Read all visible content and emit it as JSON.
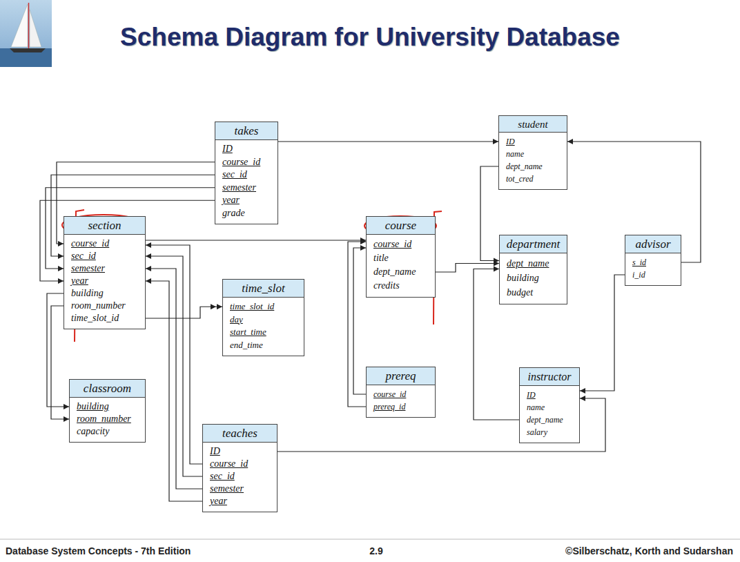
{
  "diagram": {
    "title": "Schema Diagram for University Database",
    "nodes": [
      {
        "text": [
          "takes",
          "ID",
          "course_id",
          "sec_id",
          "semester",
          "year",
          "grade"
        ]
      },
      {
        "text": [
          "student",
          "ID",
          "name",
          "dept_name",
          "tot_cred"
        ]
      },
      {
        "text": [
          "section",
          "course_id",
          "sec_id",
          "semester",
          "year",
          "building",
          "room_number",
          "time_slot_id"
        ]
      },
      {
        "text": [
          "course",
          "course_id",
          "title",
          "dept_name",
          "credits"
        ]
      },
      {
        "text": [
          "department",
          "dept_name",
          "building",
          "budget"
        ]
      },
      {
        "text": [
          "advisor",
          "s_id",
          "i_id"
        ]
      },
      {
        "text": [
          "time_slot",
          "time_slot_id",
          "day",
          "start_time",
          "end_time"
        ]
      },
      {
        "text": [
          "prereq",
          "course_id",
          "prereq_id"
        ]
      },
      {
        "text": [
          "instructor",
          "ID",
          "name",
          "dept_name",
          "salary"
        ]
      },
      {
        "text": [
          "classroom",
          "building",
          "room_number",
          "capacity"
        ]
      },
      {
        "text": [
          "teaches",
          "ID",
          "course_id",
          "sec_id",
          "semester",
          "year"
        ]
      }
    ],
    "edges": [
      {
        "from": 0,
        "to": 1,
        "arrow": "to"
      },
      {
        "from": 0,
        "to": 2,
        "arrow": "to"
      },
      {
        "from": 0,
        "to": 2,
        "arrow": "to"
      },
      {
        "from": 0,
        "to": 2,
        "arrow": "to"
      },
      {
        "from": 0,
        "to": 2,
        "arrow": "to"
      },
      {
        "from": 2,
        "to": 3,
        "arrow": "to"
      },
      {
        "from": 2,
        "to": 6,
        "arrow": "to"
      },
      {
        "from": 2,
        "to": 9,
        "arrow": "to"
      },
      {
        "from": 2,
        "to": 9,
        "arrow": "to"
      },
      {
        "from": 3,
        "to": 4,
        "arrow": "to"
      },
      {
        "from": 1,
        "to": 4,
        "arrow": "to"
      },
      {
        "from": 8,
        "to": 4,
        "arrow": "to"
      },
      {
        "from": 5,
        "to": 1,
        "arrow": "to"
      },
      {
        "from": 5,
        "to": 8,
        "arrow": "to"
      },
      {
        "from": 7,
        "to": 3,
        "arrow": "to"
      },
      {
        "from": 7,
        "to": 3,
        "arrow": "to"
      },
      {
        "from": 10,
        "to": 8,
        "arrow": "to"
      },
      {
        "from": 10,
        "to": 2,
        "arrow": "to"
      },
      {
        "from": 10,
        "to": 2,
        "arrow": "to"
      },
      {
        "from": 10,
        "to": 2,
        "arrow": "to"
      },
      {
        "from": 10,
        "to": 2,
        "arrow": "to"
      }
    ],
    "labels": [
      "Database System Concepts - 7th Edition",
      "2.9",
      "©Silberschatz, Korth and Sudarshan"
    ]
  }
}
